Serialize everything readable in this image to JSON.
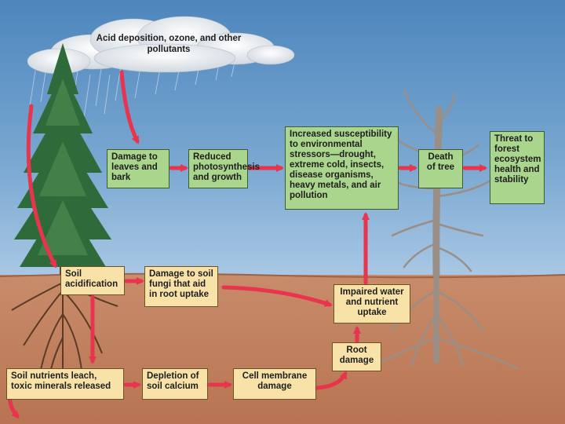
{
  "cloud": {
    "label": "Acid deposition, ozone, and other pollutants"
  },
  "boxes": {
    "damage_leaves": "Damage to leaves and bark",
    "reduced_photosynthesis": "Reduced photosynthesis and growth",
    "increased_susceptibility": "Increased susceptibility to environmental stressors—drought, extreme cold, insects, disease organisms, heavy metals, and air pollution",
    "death_of_tree": "Death of tree",
    "threat_to_forest": "Threat to forest ecosystem health and stability",
    "soil_acidification": "Soil acidification",
    "damage_soil_fungi": "Damage to soil fungi that aid in root uptake",
    "impaired_water": "Impaired water and nutrient uptake",
    "root_damage": "Root damage",
    "soil_nutrients_leach": "Soil nutrients leach, toxic minerals released",
    "depletion_calcium": "Depletion of soil calcium",
    "cell_membrane": "Cell membrane damage"
  },
  "colors": {
    "sky": "#6d9ec9",
    "soil": "#bf7f5e",
    "arrow": "#e8344c",
    "box_green": "#a9d58c",
    "box_tan": "#f9e2a7"
  }
}
